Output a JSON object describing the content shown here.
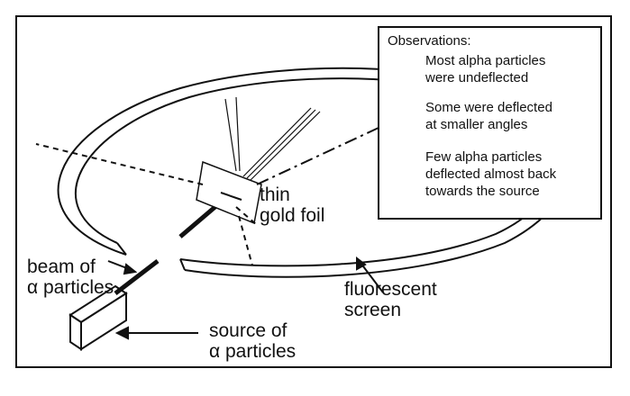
{
  "diagram": {
    "labels": {
      "foil": [
        "thin",
        "gold foil"
      ],
      "beam": [
        "beam of",
        "α particles"
      ],
      "source": [
        "source of",
        "α particles"
      ],
      "screen": [
        "fluorescent",
        "screen"
      ]
    },
    "legend": {
      "title": "Observations:",
      "items": [
        {
          "style": "thin solid",
          "lines": [
            "Most alpha particles",
            "were undeflected"
          ]
        },
        {
          "style": "thick dash-dot",
          "lines": [
            "Some were deflected",
            "at smaller angles"
          ]
        },
        {
          "style": "dashed",
          "lines": [
            "Few alpha particles",
            "deflected almost back",
            "towards the source"
          ]
        }
      ]
    }
  }
}
